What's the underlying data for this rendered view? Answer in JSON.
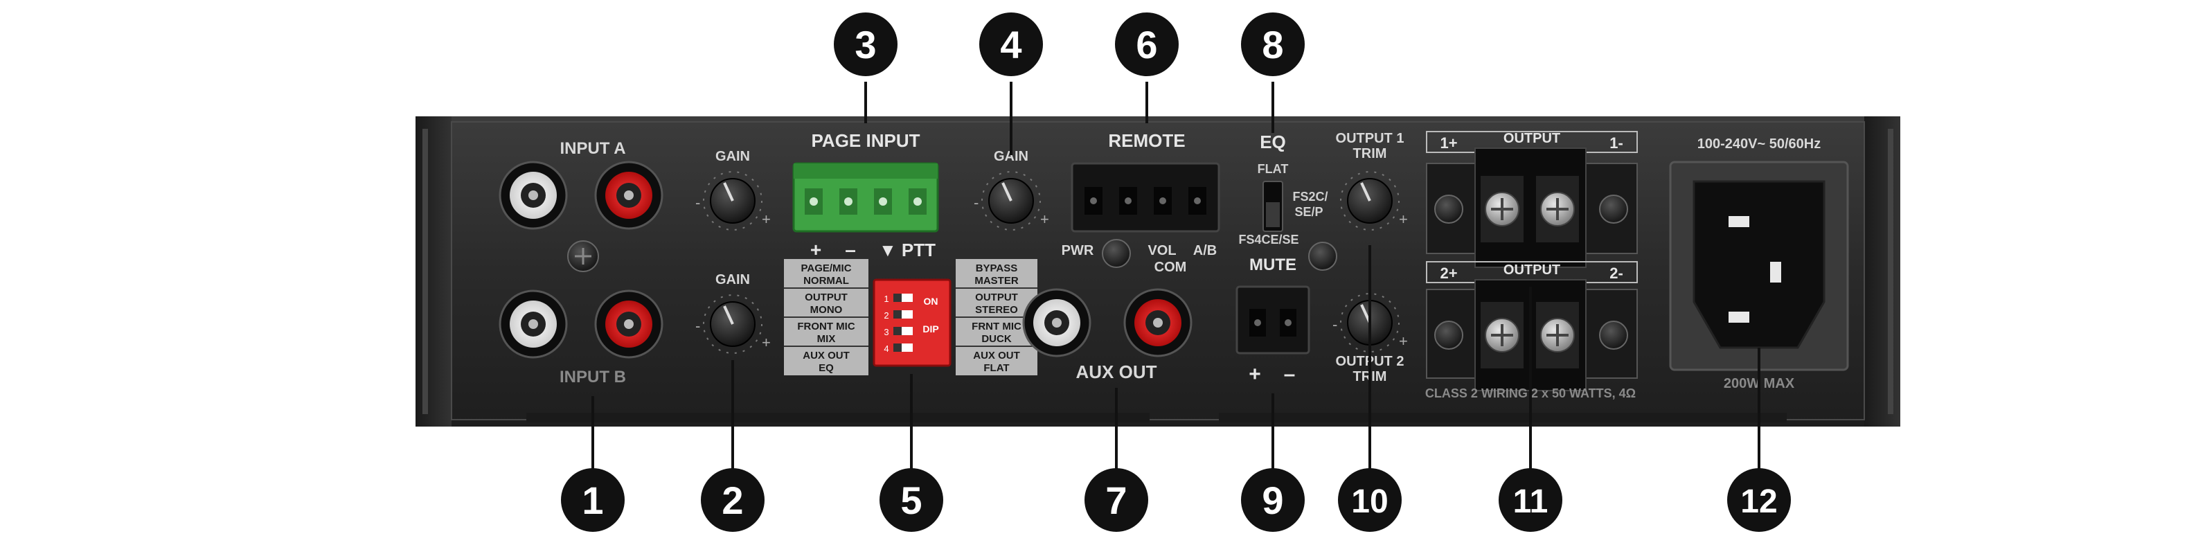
{
  "callouts": [
    {
      "id": "1",
      "label": "1"
    },
    {
      "id": "2",
      "label": "2"
    },
    {
      "id": "3",
      "label": "3"
    },
    {
      "id": "4",
      "label": "4"
    },
    {
      "id": "5",
      "label": "5"
    },
    {
      "id": "6",
      "label": "6"
    },
    {
      "id": "7",
      "label": "7"
    },
    {
      "id": "8",
      "label": "8"
    },
    {
      "id": "9",
      "label": "9"
    },
    {
      "id": "10",
      "label": "10"
    },
    {
      "id": "11",
      "label": "11"
    },
    {
      "id": "12",
      "label": "12"
    }
  ],
  "inputs": {
    "input_a": "INPUT A",
    "input_b": "INPUT B",
    "gain": "GAIN"
  },
  "page_input": {
    "title": "PAGE INPUT",
    "plus": "+",
    "minus": "–",
    "ptt": "▼ PTT",
    "gain": "GAIN"
  },
  "remote": {
    "title": "REMOTE",
    "pwr": "PWR",
    "vol": "VOL",
    "ab": "A/B",
    "com": "COM"
  },
  "eq": {
    "title": "EQ",
    "flat": "FLAT",
    "fs2c": "FS2C/",
    "sep": "SE/P",
    "fs4ce": "FS4CE/SE"
  },
  "output_trim": {
    "out1_line1": "OUTPUT 1",
    "out1_line2": "TRIM",
    "out2_line1": "OUTPUT 2",
    "out2_line2": "TRIM"
  },
  "mute": {
    "title": "MUTE",
    "plus": "+",
    "minus": "–"
  },
  "dip": {
    "left": [
      {
        "l1": "PAGE/MIC",
        "l2": "NORMAL"
      },
      {
        "l1": "OUTPUT",
        "l2": "MONO"
      },
      {
        "l1": "FRONT MIC",
        "l2": "MIX"
      },
      {
        "l1": "AUX OUT",
        "l2": "EQ"
      }
    ],
    "right": [
      {
        "l1": "BYPASS",
        "l2": "MASTER"
      },
      {
        "l1": "OUTPUT",
        "l2": "STEREO"
      },
      {
        "l1": "FRNT MIC",
        "l2": "DUCK"
      },
      {
        "l1": "AUX OUT",
        "l2": "FLAT"
      }
    ],
    "on": "ON",
    "dip": "DIP",
    "numbers": [
      "1",
      "2",
      "3",
      "4"
    ]
  },
  "aux_out": "AUX OUT",
  "outputs": {
    "out1_label": "OUTPUT",
    "out1_plus": "1+",
    "out1_minus": "1-",
    "out2_label": "OUTPUT",
    "out2_plus": "2+",
    "out2_minus": "2-",
    "class2": "CLASS 2 WIRING 2 x 50 WATTS, 4Ω"
  },
  "power": {
    "rating": "100-240V~ 50/60Hz",
    "max": "200W MAX"
  }
}
